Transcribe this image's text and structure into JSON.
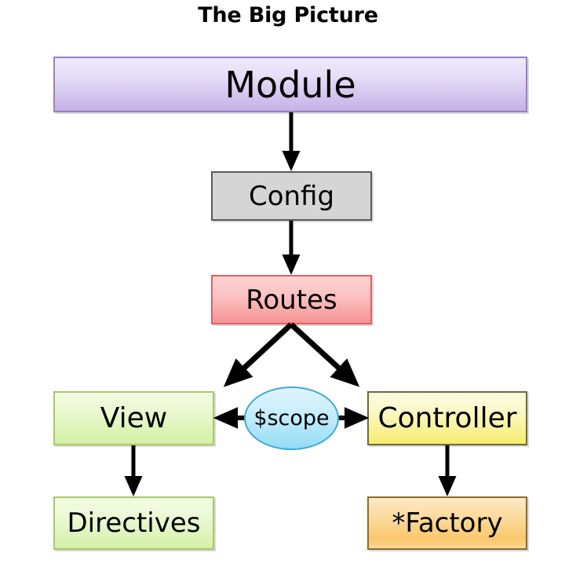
{
  "title": "The Big Picture",
  "nodes": {
    "module": "Module",
    "config": "Config",
    "routes": "Routes",
    "view": "View",
    "scope": "$scope",
    "controller": "Controller",
    "directives": "Directives",
    "factory": "*Factory"
  },
  "colors": {
    "background": "#ffffff",
    "module_fill_top": "#efeafa",
    "module_fill_bottom": "#c6b2e6",
    "module_border": "#9b7fc4",
    "config_fill": "#d5d5d5",
    "config_border": "#595959",
    "routes_fill_top": "#fcd4d3",
    "routes_fill_bottom": "#f69494",
    "routes_border": "#e0606a",
    "view_fill_top": "#f2fbe0",
    "view_fill_bottom": "#d2f0a4",
    "view_border": "#a8c86a",
    "scope_fill_top": "#ddf4fd",
    "scope_fill_bottom": "#93dcf6",
    "scope_border": "#3fa8d8",
    "controller_fill_top": "#fdfce0",
    "controller_fill_bottom": "#f5ec6c",
    "controller_border": "#6b6b3d",
    "directives_fill_top": "#f3fbe2",
    "directives_fill_bottom": "#d3f0a6",
    "directives_border": "#a8c86a",
    "factory_fill_top": "#fdeac4",
    "factory_fill_bottom": "#f9c86b",
    "factory_border": "#8a6a33",
    "arrow": "#000000",
    "text": "#000000"
  },
  "edges": [
    {
      "from": "module",
      "to": "config",
      "direction": "down"
    },
    {
      "from": "config",
      "to": "routes",
      "direction": "down"
    },
    {
      "from": "routes",
      "to": "view",
      "direction": "down-left"
    },
    {
      "from": "routes",
      "to": "controller",
      "direction": "down-right"
    },
    {
      "from": "scope",
      "to": "view",
      "direction": "left"
    },
    {
      "from": "scope",
      "to": "controller",
      "direction": "right"
    },
    {
      "from": "view",
      "to": "directives",
      "direction": "down"
    },
    {
      "from": "controller",
      "to": "factory",
      "direction": "down"
    }
  ]
}
